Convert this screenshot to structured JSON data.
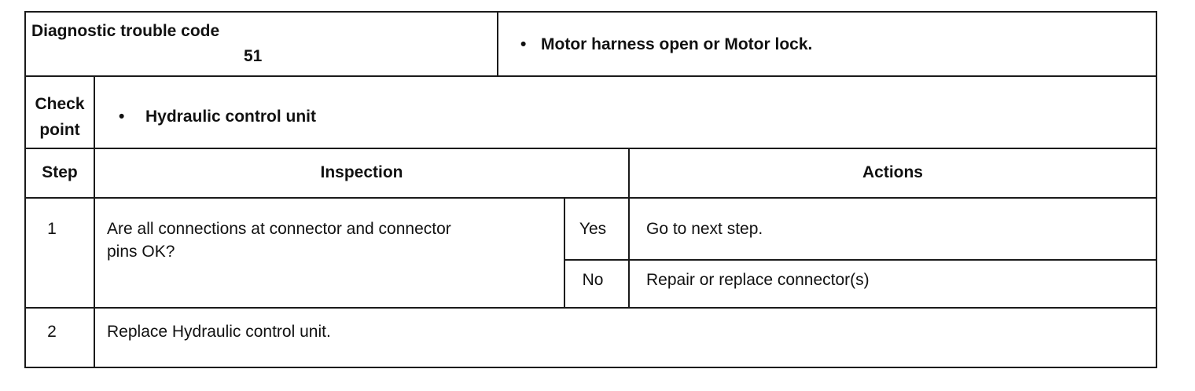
{
  "header": {
    "dtc_label": "Diagnostic trouble code",
    "dtc_code": "51",
    "description": "Motor harness open or Motor lock."
  },
  "check_point": {
    "label_line1": "Check",
    "label_line2": "point",
    "value": "Hydraulic control unit"
  },
  "table": {
    "columns": {
      "step": "Step",
      "inspection": "Inspection",
      "actions": "Actions"
    },
    "rows": [
      {
        "step": "1",
        "inspection_line1": "Are all connections at connector and connector",
        "inspection_line2": "pins OK?",
        "answers": [
          {
            "answer": "Yes",
            "action": "Go to next step."
          },
          {
            "answer": "No",
            "action": "Repair or replace connector(s)"
          }
        ]
      },
      {
        "step": "2",
        "inspection_line1": "Replace Hydraulic control unit."
      }
    ]
  },
  "bullet": "•"
}
